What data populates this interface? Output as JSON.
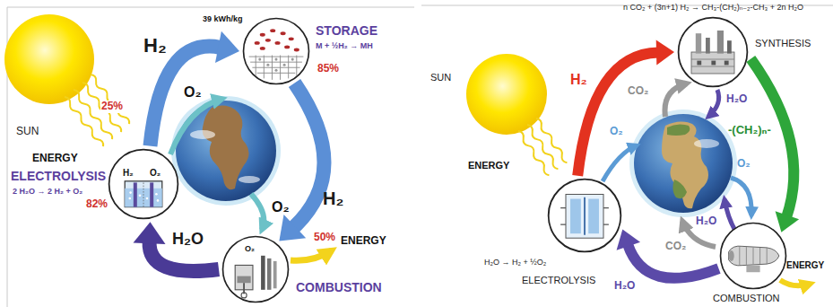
{
  "diagram": {
    "nodes": [
      {
        "text": [
          "ELECTROLYSIS",
          "2 H₂O → 2 H₂ + O₂",
          "82%"
        ]
      },
      {
        "text": [
          "STORAGE",
          "M + ½H₂ → MH",
          "85%"
        ]
      },
      {
        "text": [
          "COMBUSTION"
        ]
      },
      {
        "text": [
          "n CO₂ + (3n+1) H₂ → CH₃-(CH₂)ₙ₋₂-CH₃ + 2n H₂O",
          "SYNTHESIS"
        ]
      },
      {
        "text": [
          "H₂O → H₂ + ½O₂",
          "ELECTROLYSIS"
        ]
      },
      {
        "text": [
          "COMBUSTION"
        ]
      }
    ],
    "edges": [
      {
        "from": 0,
        "to": 1,
        "arrow": "to",
        "label": "H₂"
      },
      {
        "from": 1,
        "to": 2,
        "arrow": "to",
        "label": "H₂"
      },
      {
        "from": 2,
        "to": 0,
        "arrow": "to",
        "label": "H₂O"
      },
      {
        "from": 4,
        "to": 3,
        "arrow": "to",
        "label": "H₂"
      },
      {
        "from": 3,
        "to": 5,
        "arrow": "to",
        "label": "-(CH₂)ₙ-"
      },
      {
        "from": 5,
        "to": 4,
        "arrow": "to",
        "label": "H₂O"
      }
    ],
    "labels": [
      "SUN",
      "ENERGY",
      "25%",
      "39 kWh/kg",
      "O₂",
      "O₂",
      "H₂",
      "O₂",
      "O₂",
      "50%",
      "ENERGY",
      "SUN",
      "ENERGY",
      "O₂",
      "CO₂",
      "H₂O",
      "O₂",
      "H₂O",
      "CO₂",
      "ENERGY"
    ]
  }
}
